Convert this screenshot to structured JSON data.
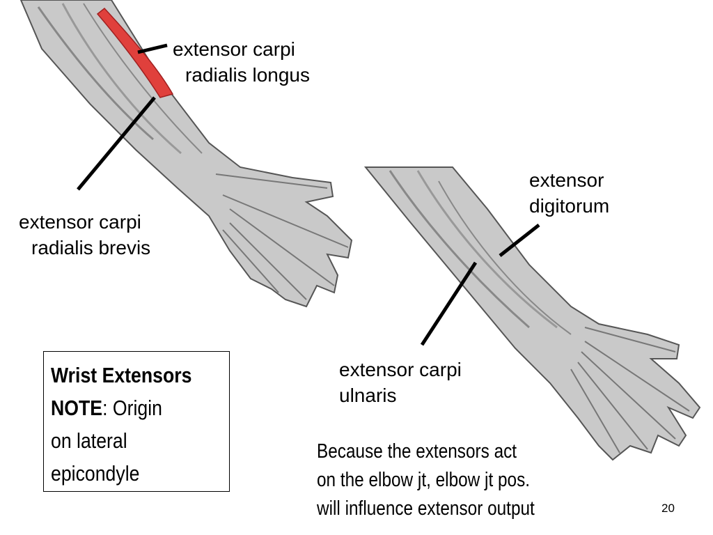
{
  "labels": {
    "ecrl": [
      "extensor carpi",
      "radialis longus"
    ],
    "ecrb": [
      "extensor carpi",
      "radialis brevis"
    ],
    "ed": [
      "extensor",
      "digitorum"
    ],
    "ecu": [
      "extensor carpi",
      "ulnaris"
    ]
  },
  "note": {
    "title": "Wrist Extensors",
    "note_word": "NOTE",
    "note_rest": ": Origin",
    "line3": "on lateral",
    "line4": "epicondyle"
  },
  "caption": [
    "Because the extensors act",
    "on the elbow jt, elbow jt pos.",
    "will influence extensor output"
  ],
  "page_number": "20",
  "colors": {
    "highlight_muscle": "#e0403c",
    "skin": "#bdbdbd",
    "outline": "#555555"
  }
}
